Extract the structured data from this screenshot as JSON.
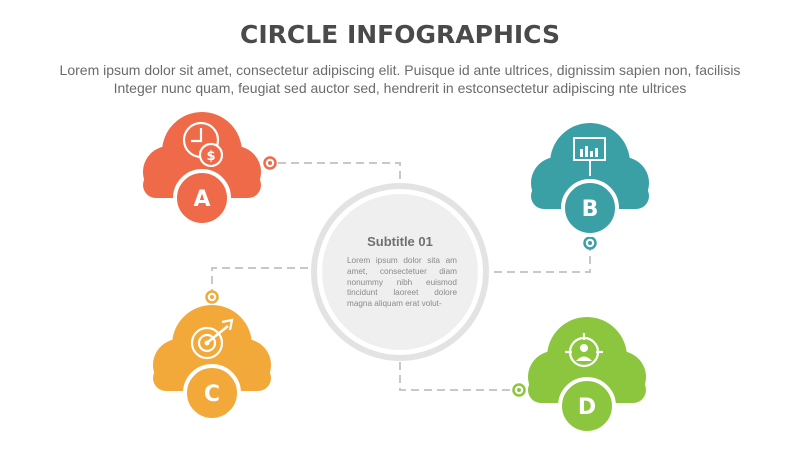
{
  "header": {
    "title": "CIRCLE INFOGRAPHICS",
    "subtitle_line1": "Lorem ipsum dolor sit amet, consectetur adipiscing elit. Puisque id ante ultrices, dignissim sapien non, facilisis",
    "subtitle_line2": "Integer nunc quam, feugiat sed auctor sed, hendrerit in estconsectetur adipiscing nte ultrices"
  },
  "center": {
    "title": "Subtitle 01",
    "body": "Lorem ipsum dolor sita am amet, consectetuer diam nonummy nibh euismod tincidunt laoreet dolore magna aliquam erat volut-"
  },
  "steps": [
    {
      "letter": "A",
      "color": "#ee6a48",
      "icon": "clock-dollar-icon"
    },
    {
      "letter": "B",
      "color": "#3aa0a6",
      "icon": "chart-presentation-icon"
    },
    {
      "letter": "C",
      "color": "#f2a93a",
      "icon": "target-arrow-icon"
    },
    {
      "letter": "D",
      "color": "#8cc63f",
      "icon": "crosshair-person-icon"
    }
  ],
  "colors": {
    "title": "#4a4a4a",
    "text": "#6b6b6b",
    "connector": "#c8c8c8",
    "center_ring": "#e3e3e3",
    "center_fill": "#efefef"
  }
}
